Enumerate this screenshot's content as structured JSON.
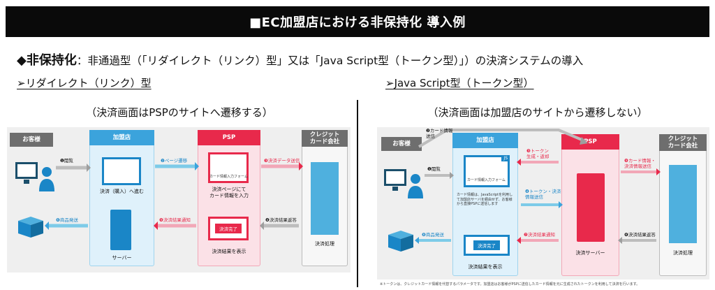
{
  "title": "■EC加盟店における非保持化 導入例",
  "subtitle_bold": "◆非保持化",
  "subtitle_rest": "：非通過型（「リダイレクト（リンク）型」又は「Java Script型（トークン型）」）の決済システムの導入",
  "left": {
    "heading": "➢リダイレクト（リンク）型",
    "caption": "（決済画面はPSPのサイトへ遷移する）",
    "cols": {
      "customer": "お客様",
      "merchant": "加盟店",
      "psp": "PSP",
      "card": "クレジット\nカード会社"
    },
    "merchant_text": "決済（購入）へ進む",
    "server": "サーバー",
    "psp_form": "カード情報入力フォーム",
    "psp_text1": "決済ページにて\nカード情報を入力",
    "done": "決済完了",
    "psp_text2": "決済結果を表示",
    "card_text": "決済処理",
    "a1": "❶閲覧",
    "a2": "❷ページ遷移",
    "a3": "❸決済データ送信",
    "a4": "❹決済結果返答",
    "a5": "❺決済結果通知",
    "a6": "❻商品発送"
  },
  "right": {
    "heading": "➢Java Script型（トークン型）",
    "caption": "（決済画面は加盟店のサイトから遷移しない）",
    "cols": {
      "customer": "お客様",
      "merchant": "加盟店",
      "psp": "PSP",
      "card": "クレジット\nカード会社"
    },
    "js": "JS",
    "form": "カード情報入力フォーム",
    "merchant_note": "カード情報は、JavaScriptを利用して加盟店サーバを経由せず、お客様から直接PSPに送信します",
    "done": "決済完了",
    "merchant_text": "決済結果を表示",
    "psp_server": "決済サーバー",
    "card_text": "決済処理",
    "a1": "❶閲覧",
    "a2": "❷カード情報\n送信",
    "a3": "❸トークン\n生成・返却",
    "a4": "❹トークン・決済\n情報送信",
    "a5": "❺カード情報・\n決済情報送信",
    "a6": "❻決済結果返答",
    "a7": "❼決済結果通知",
    "a8": "❽商品発送",
    "footnote": "※トークンは、クレジットカード情報を代替するパラメータです。加盟店はお客様がPSPに送信したカード情報を元に生成されたトークンを利用して決済を行います。"
  },
  "colors": {
    "merchant": "#3ba3dc",
    "merchant_bg": "#dff1fb",
    "psp": "#e8294b",
    "psp_bg": "#fbe1e7",
    "card": "#6e6e6e",
    "card_bg": "#f1f1f1",
    "blue_arrow": "#7dcbe8",
    "red_arrow": "#e8294b",
    "panel": "#eeeeee"
  }
}
